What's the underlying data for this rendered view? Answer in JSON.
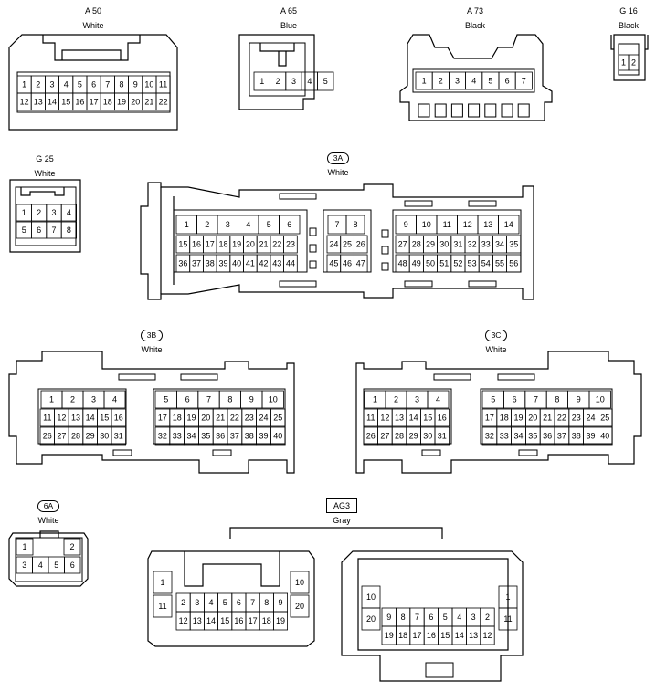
{
  "connectors": {
    "a50": {
      "code": "A 50",
      "color": "White"
    },
    "a65": {
      "code": "A 65",
      "color": "Blue"
    },
    "a73": {
      "code": "A 73",
      "color": "Black"
    },
    "g16": {
      "code": "G 16",
      "color": "Black"
    },
    "g25": {
      "code": "G 25",
      "color": "White"
    },
    "c3a": {
      "code": "3A",
      "color": "White"
    },
    "c3b": {
      "code": "3B",
      "color": "White"
    },
    "c3c": {
      "code": "3C",
      "color": "White"
    },
    "c6a": {
      "code": "6A",
      "color": "White"
    },
    "ag3": {
      "code": "AG3",
      "color": "Gray"
    }
  },
  "pins": {
    "a50": [
      [
        "1",
        "2",
        "3",
        "4",
        "5",
        "6",
        "7",
        "8",
        "9",
        "10",
        "11"
      ],
      [
        "12",
        "13",
        "14",
        "15",
        "16",
        "17",
        "18",
        "19",
        "20",
        "21",
        "22"
      ]
    ],
    "a65": [
      [
        "1",
        "2",
        "3",
        "4",
        "5"
      ]
    ],
    "a73": [
      [
        "1",
        "2",
        "3",
        "4",
        "5",
        "6",
        "7"
      ]
    ],
    "g16": [
      [
        "1",
        "2"
      ]
    ],
    "g25": [
      [
        "1",
        "2",
        "3",
        "4"
      ],
      [
        "5",
        "6",
        "7",
        "8"
      ]
    ],
    "c3a_left": [
      [
        "1",
        "",
        "2",
        "",
        "3",
        "",
        "4",
        "",
        "5",
        "",
        "6",
        ""
      ],
      [
        "15",
        "16",
        "17",
        "18",
        "19",
        "20",
        "21",
        "22",
        "23"
      ],
      [
        "36",
        "37",
        "38",
        "39",
        "40",
        "41",
        "42",
        "43",
        "44"
      ]
    ],
    "c3a_mid": [
      [
        "7",
        "8"
      ],
      [
        "24",
        "25",
        "26"
      ],
      [
        "45",
        "46",
        "47"
      ]
    ],
    "c3a_right": [
      [
        "9",
        "10",
        "11",
        "12",
        "13",
        "14"
      ],
      [
        "27",
        "28",
        "29",
        "30",
        "31",
        "32",
        "33",
        "34",
        "35"
      ],
      [
        "48",
        "49",
        "50",
        "51",
        "52",
        "53",
        "54",
        "55",
        "56"
      ]
    ],
    "c3b_left": [
      [
        "1",
        "2",
        "3",
        "4"
      ],
      [
        "11",
        "12",
        "13",
        "14",
        "15",
        "16"
      ],
      [
        "26",
        "27",
        "28",
        "29",
        "30",
        "31"
      ]
    ],
    "c3b_right": [
      [
        "5",
        "6",
        "7",
        "8",
        "9",
        "10"
      ],
      [
        "17",
        "18",
        "19",
        "20",
        "21",
        "22",
        "23",
        "24",
        "25"
      ],
      [
        "32",
        "33",
        "34",
        "35",
        "36",
        "37",
        "38",
        "39",
        "40"
      ]
    ],
    "c6a": [
      [
        "1",
        "",
        "2"
      ],
      [
        "3",
        "4",
        "5",
        "6"
      ]
    ],
    "ag3_left": [
      [
        "1",
        "10"
      ],
      [
        "11",
        "20"
      ],
      [
        "2",
        "3",
        "4",
        "5",
        "6",
        "7",
        "8",
        "9"
      ],
      [
        "12",
        "13",
        "14",
        "15",
        "16",
        "17",
        "18",
        "19"
      ]
    ],
    "ag3_right": [
      [
        "10",
        "1"
      ],
      [
        "20",
        "11"
      ],
      [
        "9",
        "8",
        "7",
        "6",
        "5",
        "4",
        "3",
        "2"
      ],
      [
        "19",
        "18",
        "17",
        "16",
        "15",
        "14",
        "13",
        "12"
      ]
    ]
  }
}
